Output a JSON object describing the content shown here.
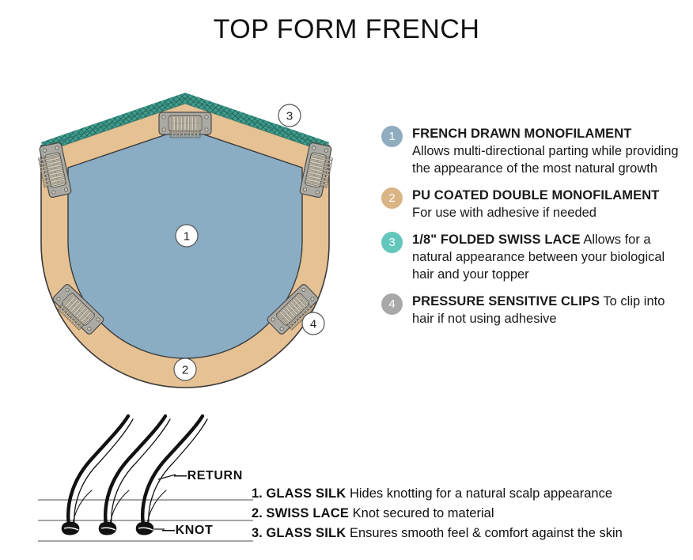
{
  "title": "TOP FORM FRENCH",
  "colors": {
    "base_tan": "#e5c193",
    "base_tan_dark": "#d9b183",
    "mono_blue": "#8aadc4",
    "lace_teal": "#3fa795",
    "clip_gray": "#a9a9a4",
    "badge_1": "#8fadbf",
    "badge_2": "#d9b585",
    "badge_3": "#63c6bb",
    "badge_4": "#a8a8a8",
    "outline": "#3a3a3a",
    "rule_gray": "#9a9a9a"
  },
  "topper": {
    "markers": [
      {
        "id": "1",
        "label": "1"
      },
      {
        "id": "2",
        "label": "2"
      },
      {
        "id": "3",
        "label": "3"
      },
      {
        "id": "4",
        "label": "4"
      }
    ]
  },
  "legend": {
    "items": [
      {
        "number": "1",
        "color": "#8fadbf",
        "lead": "FRENCH DRAWN MONOFILAMENT",
        "desc": "Allows multi-directional parting while providing the appearance of the most natural growth",
        "desc_on_new_line": true
      },
      {
        "number": "2",
        "color": "#d9b585",
        "lead": "PU COATED  DOUBLE MONOFILAMENT",
        "desc": "For use with adhesive if needed",
        "desc_on_new_line": true
      },
      {
        "number": "3",
        "color": "#63c6bb",
        "lead": "1/8\" FOLDED SWISS LACE",
        "desc": "Allows for a natural appearance between your biological hair and your topper",
        "desc_on_new_line": false
      },
      {
        "number": "4",
        "color": "#a8a8a8",
        "lead": "PRESSURE SENSITIVE CLIPS",
        "desc": "To clip into hair if not using adhesive",
        "desc_on_new_line": false
      }
    ]
  },
  "knot_diagram": {
    "labels": {
      "return": "—RETURN",
      "knot": "—KNOT"
    }
  },
  "knot_legend": {
    "items": [
      {
        "number": "1.",
        "material": "GLASS SILK",
        "desc": "Hides knotting for a natural scalp appearance"
      },
      {
        "number": "2.",
        "material": "SWISS LACE",
        "desc": "Knot secured to material"
      },
      {
        "number": "3.",
        "material": "GLASS SILK",
        "desc": "Ensures smooth feel & comfort against the skin"
      }
    ]
  }
}
